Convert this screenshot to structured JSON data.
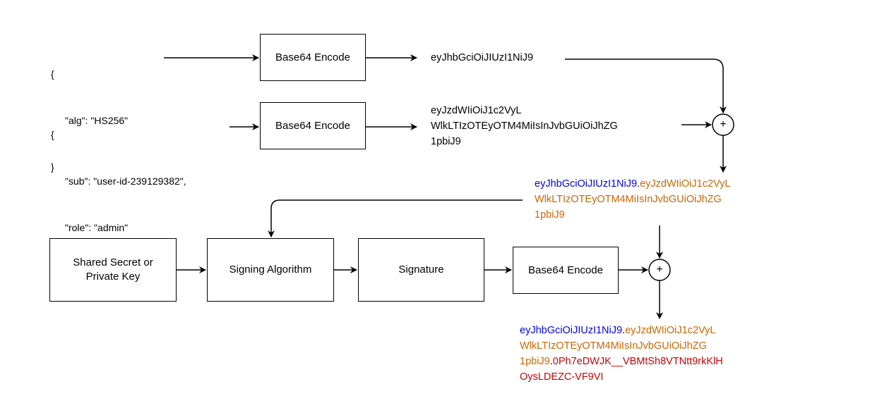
{
  "colors": {
    "header": "#0000EE",
    "payload": "#CC6600",
    "signature": "#CC0000",
    "line": "#000000"
  },
  "header_json": {
    "open": "{",
    "lines": [
      "\"alg\": \"HS256\""
    ],
    "close": "}"
  },
  "payload_json": {
    "open": "{",
    "lines": [
      "\"sub\": \"user-id-239129382\",",
      "\"role\": \"admin\""
    ],
    "close": "}"
  },
  "boxes": {
    "encode_header": "Base64 Encode",
    "encode_payload": "Base64 Encode",
    "shared_secret": "Shared Secret or Private Key",
    "signing_algorithm": "Signing Algorithm",
    "signature": "Signature",
    "encode_signature": "Base64 Encode"
  },
  "encoded": {
    "header": "eyJhbGciOiJIUzI1NiJ9",
    "payload_lines": [
      "eyJzdWIiOiJ1c2VyL",
      "WlkLTIzOTEyOTM4MiIsInJvbGUiOiJhZG",
      "1pbiJ9"
    ]
  },
  "combine_operator": "+",
  "signing_input": {
    "header": "eyJhbGciOiJIUzI1NiJ9",
    "dot": ".",
    "payload_line1": "eyJzdWIiOiJ1c2VyL",
    "payload_line2": "WlkLTIzOTEyOTM4MiIsInJvbGUiOiJhZG",
    "payload_line3": "1pbiJ9"
  },
  "token": {
    "header": "eyJhbGciOiJIUzI1NiJ9",
    "dot1": ".",
    "payload_line1": "eyJzdWIiOiJ1c2VyL",
    "payload_line2": "WlkLTIzOTEyOTM4MiIsInJvbGUiOiJhZG",
    "payload_line3": "1pbiJ9",
    "dot2": ".",
    "signature_line1": "0Ph7eDWJK__VBMtSh8VTNtt9rkKlH",
    "signature_line2": "OysLDEZC-VF9VI"
  }
}
